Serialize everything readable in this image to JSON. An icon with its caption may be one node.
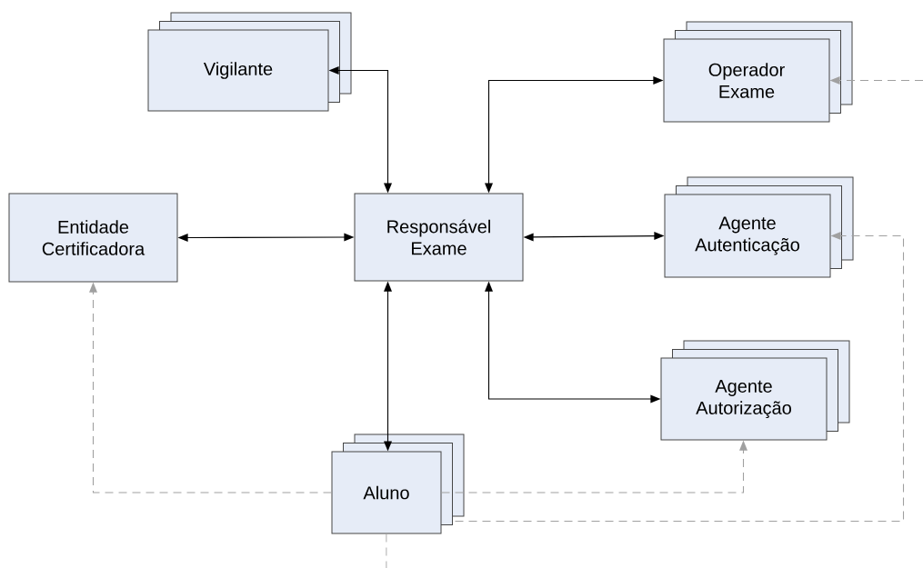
{
  "diagram": {
    "nodes": [
      {
        "text": [
          "Vigilante"
        ]
      },
      {
        "text": [
          "Operador Exame"
        ]
      },
      {
        "text": [
          "Entidade Certificadora"
        ]
      },
      {
        "text": [
          "Responsável Exame"
        ]
      },
      {
        "text": [
          "Agente Autenticação"
        ]
      },
      {
        "text": [
          "Agente Autorização"
        ]
      },
      {
        "text": [
          "Aluno"
        ]
      }
    ],
    "edges": [
      {
        "from": 0,
        "to": 3,
        "arrow": "both"
      },
      {
        "from": 3,
        "to": 1,
        "arrow": "both"
      },
      {
        "from": 2,
        "to": 3,
        "arrow": "both"
      },
      {
        "from": 3,
        "to": 4,
        "arrow": "both"
      },
      {
        "from": 3,
        "to": 5,
        "arrow": "both"
      },
      {
        "from": 3,
        "to": 6,
        "arrow": "both"
      },
      {
        "from": 6,
        "to": 2,
        "arrow": "to",
        "style": "dashed",
        "color": "#a0a0a0"
      },
      {
        "from": 6,
        "to": 5,
        "arrow": "to",
        "style": "dashed",
        "color": "#a0a0a0"
      },
      {
        "from": 6,
        "to": 4,
        "arrow": "to",
        "style": "dashed",
        "color": "#a0a0a0"
      },
      {
        "from": null,
        "to": 1,
        "arrow": "to",
        "style": "dashed",
        "color": "#a0a0a0"
      },
      {
        "from": 6,
        "to": null,
        "arrow": "none",
        "style": "dashed",
        "color": "#a0a0a0"
      }
    ]
  }
}
